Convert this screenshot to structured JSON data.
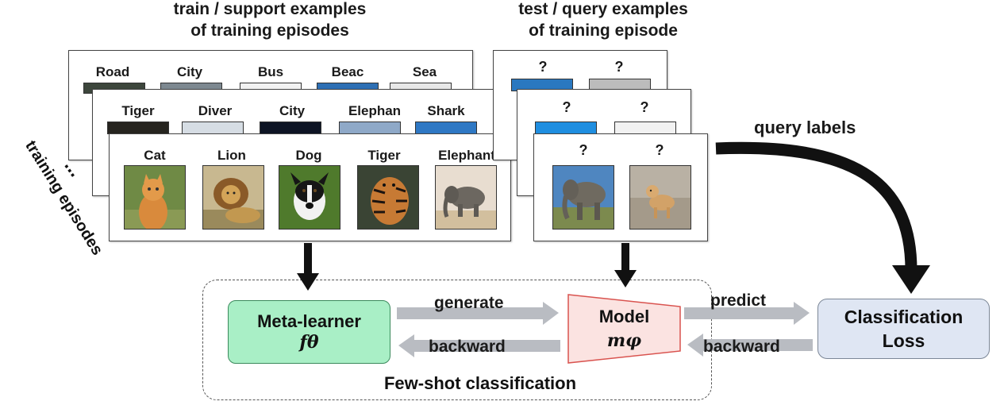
{
  "headers": {
    "support": [
      "train / support examples",
      "of training episodes"
    ],
    "query": [
      "test / query examples",
      "of training episode"
    ],
    "query_labels": "query labels",
    "episodes": "training episodes",
    "ellipsis": "..."
  },
  "support_cards": [
    {
      "labels": [
        "Road",
        "City",
        "Bus",
        "Beac",
        "Sea"
      ]
    },
    {
      "labels": [
        "Tiger",
        "Diver",
        "City",
        "Elephan",
        "Shark"
      ]
    },
    {
      "labels": [
        "Cat",
        "Lion",
        "Dog",
        "Tiger",
        "Elephant"
      ]
    }
  ],
  "query_cards": [
    {
      "labels": [
        "?",
        "?"
      ]
    },
    {
      "labels": [
        "?",
        "?"
      ]
    },
    {
      "labels": [
        "?",
        "?"
      ]
    }
  ],
  "pipeline": {
    "meta_learner": {
      "title": "Meta-learner",
      "symbol": "fθ"
    },
    "model": {
      "title": "Model",
      "symbol": "mφ"
    },
    "loss": {
      "title_line1": "Classification",
      "title_line2": "Loss"
    },
    "generate": "generate",
    "backward_left": "backward",
    "predict": "predict",
    "backward_right": "backward",
    "group_label": "Few-shot classification"
  },
  "colors": {
    "meta_learner_fill": "#a9efc6",
    "meta_learner_border": "#3b8a5c",
    "model_fill": "#fbe3e1",
    "model_border": "#d9534f",
    "loss_fill": "#dfe6f3",
    "loss_border": "#7c8797",
    "arrow_gray": "#b9bcc2"
  }
}
